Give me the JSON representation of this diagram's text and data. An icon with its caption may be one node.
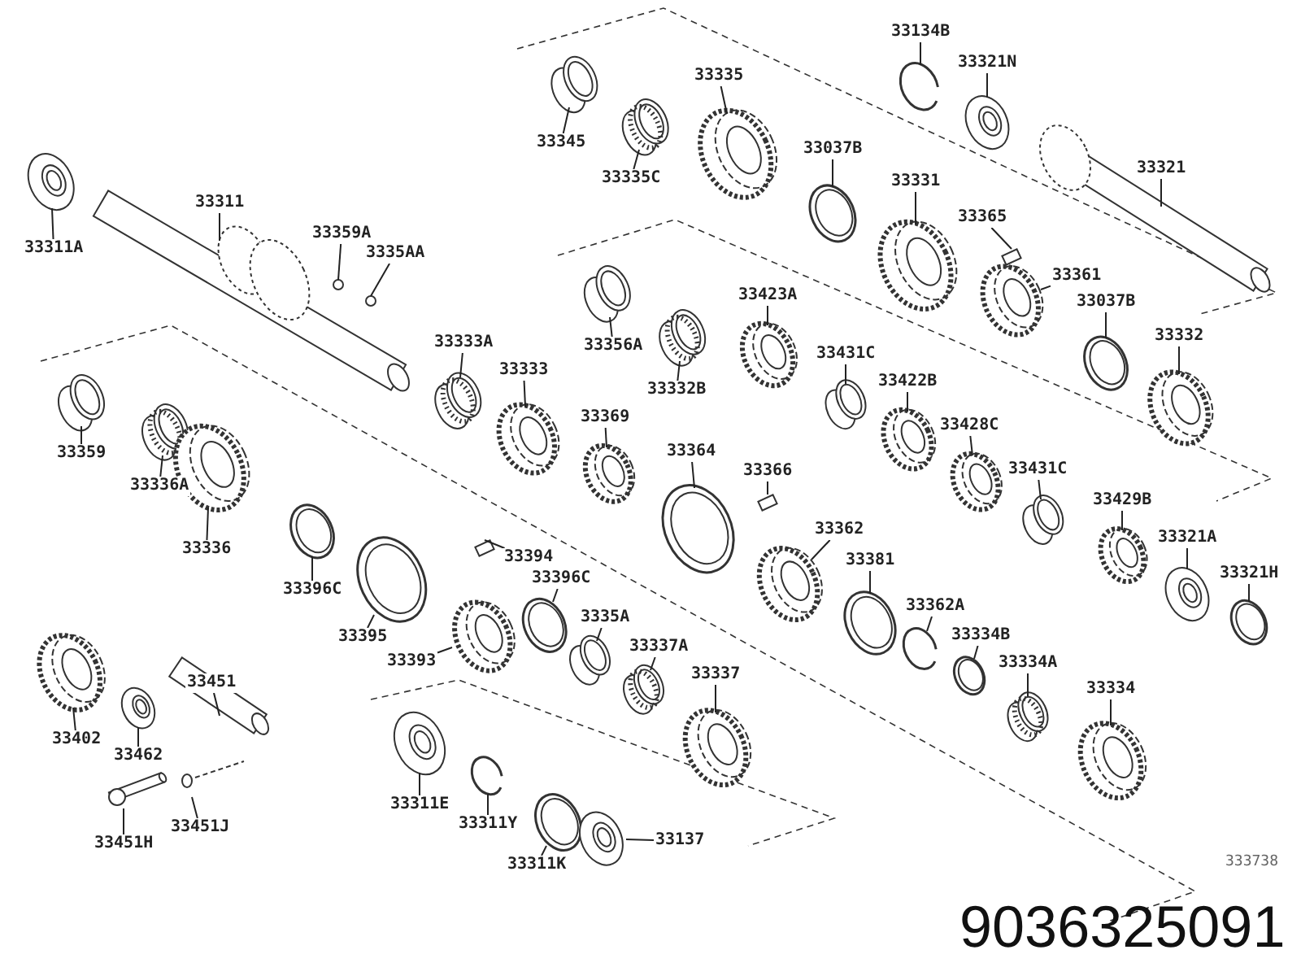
{
  "diagram": {
    "nodes": [
      {
        "text": [
          "33311A"
        ]
      },
      {
        "text": [
          "33311"
        ]
      },
      {
        "text": [
          "33359A"
        ]
      },
      {
        "text": [
          "3335AA"
        ]
      },
      {
        "text": [
          "33345"
        ]
      },
      {
        "text": [
          "33335C"
        ]
      },
      {
        "text": [
          "33335"
        ]
      },
      {
        "text": [
          "33037B"
        ]
      },
      {
        "text": [
          "33134B"
        ]
      },
      {
        "text": [
          "33321N"
        ]
      },
      {
        "text": [
          "33331"
        ]
      },
      {
        "text": [
          "33365"
        ]
      },
      {
        "text": [
          "33321"
        ]
      },
      {
        "text": [
          "33361"
        ]
      },
      {
        "text": [
          "33037B"
        ]
      },
      {
        "text": [
          "33332"
        ]
      },
      {
        "text": [
          "33356A"
        ]
      },
      {
        "text": [
          "33332B"
        ]
      },
      {
        "text": [
          "33423A"
        ]
      },
      {
        "text": [
          "33431C"
        ]
      },
      {
        "text": [
          "33422B"
        ]
      },
      {
        "text": [
          "33428C"
        ]
      },
      {
        "text": [
          "33431C"
        ]
      },
      {
        "text": [
          "33429B"
        ]
      },
      {
        "text": [
          "33321A"
        ]
      },
      {
        "text": [
          "33321H"
        ]
      },
      {
        "text": [
          "33333A"
        ]
      },
      {
        "text": [
          "33333"
        ]
      },
      {
        "text": [
          "33369"
        ]
      },
      {
        "text": [
          "33364"
        ]
      },
      {
        "text": [
          "33366"
        ]
      },
      {
        "text": [
          "33362"
        ]
      },
      {
        "text": [
          "33381"
        ]
      },
      {
        "text": [
          "33362A"
        ]
      },
      {
        "text": [
          "33334B"
        ]
      },
      {
        "text": [
          "33334A"
        ]
      },
      {
        "text": [
          "33334"
        ]
      },
      {
        "text": [
          "33359"
        ]
      },
      {
        "text": [
          "33336A"
        ]
      },
      {
        "text": [
          "33336"
        ]
      },
      {
        "text": [
          "33396C"
        ]
      },
      {
        "text": [
          "33395"
        ]
      },
      {
        "text": [
          "33394"
        ]
      },
      {
        "text": [
          "33393"
        ]
      },
      {
        "text": [
          "33396C"
        ]
      },
      {
        "text": [
          "3335A"
        ]
      },
      {
        "text": [
          "33337A"
        ]
      },
      {
        "text": [
          "33337"
        ]
      },
      {
        "text": [
          "33402"
        ]
      },
      {
        "text": [
          "33462"
        ]
      },
      {
        "text": [
          "33451"
        ]
      },
      {
        "text": [
          "33451H"
        ]
      },
      {
        "text": [
          "33451J"
        ]
      },
      {
        "text": [
          "33311E"
        ]
      },
      {
        "text": [
          "33311Y"
        ]
      },
      {
        "text": [
          "33311K"
        ]
      },
      {
        "text": [
          "33137"
        ]
      }
    ],
    "edges": [
      {
        "from": 0,
        "to": null,
        "arrow": "none"
      },
      {
        "from": 1,
        "to": null,
        "arrow": "none"
      },
      {
        "from": 2,
        "to": null,
        "arrow": "none"
      },
      {
        "from": 3,
        "to": null,
        "arrow": "none"
      },
      {
        "from": 4,
        "to": null,
        "arrow": "none"
      },
      {
        "from": 5,
        "to": null,
        "arrow": "none"
      },
      {
        "from": 6,
        "to": null,
        "arrow": "none"
      },
      {
        "from": 7,
        "to": null,
        "arrow": "none"
      },
      {
        "from": 8,
        "to": null,
        "arrow": "none"
      },
      {
        "from": 9,
        "to": null,
        "arrow": "none"
      },
      {
        "from": 10,
        "to": null,
        "arrow": "none"
      },
      {
        "from": 11,
        "to": null,
        "arrow": "none"
      },
      {
        "from": 12,
        "to": null,
        "arrow": "none"
      },
      {
        "from": 13,
        "to": null,
        "arrow": "none"
      },
      {
        "from": 14,
        "to": null,
        "arrow": "none"
      },
      {
        "from": 15,
        "to": null,
        "arrow": "none"
      },
      {
        "from": 16,
        "to": null,
        "arrow": "none"
      },
      {
        "from": 17,
        "to": null,
        "arrow": "none"
      },
      {
        "from": 18,
        "to": null,
        "arrow": "none"
      },
      {
        "from": 19,
        "to": null,
        "arrow": "none"
      },
      {
        "from": 20,
        "to": null,
        "arrow": "none"
      },
      {
        "from": 21,
        "to": null,
        "arrow": "none"
      },
      {
        "from": 22,
        "to": null,
        "arrow": "none"
      },
      {
        "from": 23,
        "to": null,
        "arrow": "none"
      },
      {
        "from": 24,
        "to": null,
        "arrow": "none"
      },
      {
        "from": 25,
        "to": null,
        "arrow": "none"
      },
      {
        "from": 26,
        "to": null,
        "arrow": "none"
      },
      {
        "from": 27,
        "to": null,
        "arrow": "none"
      },
      {
        "from": 28,
        "to": null,
        "arrow": "none"
      },
      {
        "from": 29,
        "to": null,
        "arrow": "none"
      },
      {
        "from": 30,
        "to": null,
        "arrow": "none"
      },
      {
        "from": 31,
        "to": null,
        "arrow": "none"
      },
      {
        "from": 32,
        "to": null,
        "arrow": "none"
      },
      {
        "from": 33,
        "to": null,
        "arrow": "none"
      },
      {
        "from": 34,
        "to": null,
        "arrow": "none"
      },
      {
        "from": 35,
        "to": null,
        "arrow": "none"
      },
      {
        "from": 36,
        "to": null,
        "arrow": "none"
      },
      {
        "from": 37,
        "to": null,
        "arrow": "none"
      },
      {
        "from": 38,
        "to": null,
        "arrow": "none"
      },
      {
        "from": 39,
        "to": null,
        "arrow": "none"
      },
      {
        "from": 40,
        "to": null,
        "arrow": "none"
      },
      {
        "from": 41,
        "to": null,
        "arrow": "none"
      },
      {
        "from": 42,
        "to": null,
        "arrow": "none"
      },
      {
        "from": 43,
        "to": null,
        "arrow": "none"
      },
      {
        "from": 44,
        "to": null,
        "arrow": "none"
      },
      {
        "from": 45,
        "to": null,
        "arrow": "none"
      },
      {
        "from": 46,
        "to": null,
        "arrow": "none"
      },
      {
        "from": 47,
        "to": null,
        "arrow": "none"
      },
      {
        "from": 48,
        "to": null,
        "arrow": "none"
      },
      {
        "from": 49,
        "to": null,
        "arrow": "none"
      },
      {
        "from": 50,
        "to": null,
        "arrow": "none"
      },
      {
        "from": 51,
        "to": null,
        "arrow": "none"
      },
      {
        "from": 52,
        "to": null,
        "arrow": "none"
      },
      {
        "from": 53,
        "to": null,
        "arrow": "none"
      },
      {
        "from": 54,
        "to": null,
        "arrow": "none"
      },
      {
        "from": 55,
        "to": null,
        "arrow": "none"
      },
      {
        "from": 56,
        "to": null,
        "arrow": "none"
      }
    ],
    "labels": [
      "333738",
      "9036325091"
    ]
  }
}
